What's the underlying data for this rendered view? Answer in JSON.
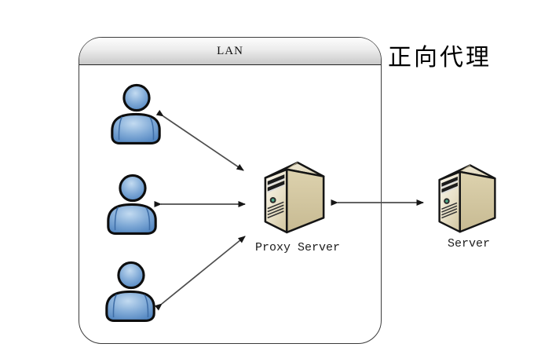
{
  "title": "正向代理",
  "lan": {
    "label": "LAN"
  },
  "nodes": {
    "proxy": {
      "label": "Proxy Server",
      "icon": "server-tower-icon"
    },
    "server": {
      "label": "Server",
      "icon": "server-tower-icon"
    },
    "users": [
      {
        "icon": "user-icon"
      },
      {
        "icon": "user-icon"
      },
      {
        "icon": "user-icon"
      }
    ]
  },
  "connections": [
    {
      "from": "user-1",
      "to": "proxy-server",
      "type": "bidirectional-arrow"
    },
    {
      "from": "user-2",
      "to": "proxy-server",
      "type": "bidirectional-arrow"
    },
    {
      "from": "user-3",
      "to": "proxy-server",
      "type": "bidirectional-arrow"
    },
    {
      "from": "proxy-server",
      "to": "server",
      "type": "bidirectional-arrow"
    }
  ],
  "colors": {
    "background": "#ffffff",
    "lan_border": "#3c3c3c",
    "header_gradient_top": "#fdfdfd",
    "header_gradient_bottom": "#c9c9c9",
    "user_fill_light": "#bdd7ef",
    "user_fill_dark": "#4f83bf",
    "server_front": "#f5efdd",
    "server_side": "#d2c5a0",
    "server_top": "#e9e1c9",
    "led_green": "#4fae8d",
    "outline": "#111111",
    "arrow": "#4d4d4d"
  }
}
